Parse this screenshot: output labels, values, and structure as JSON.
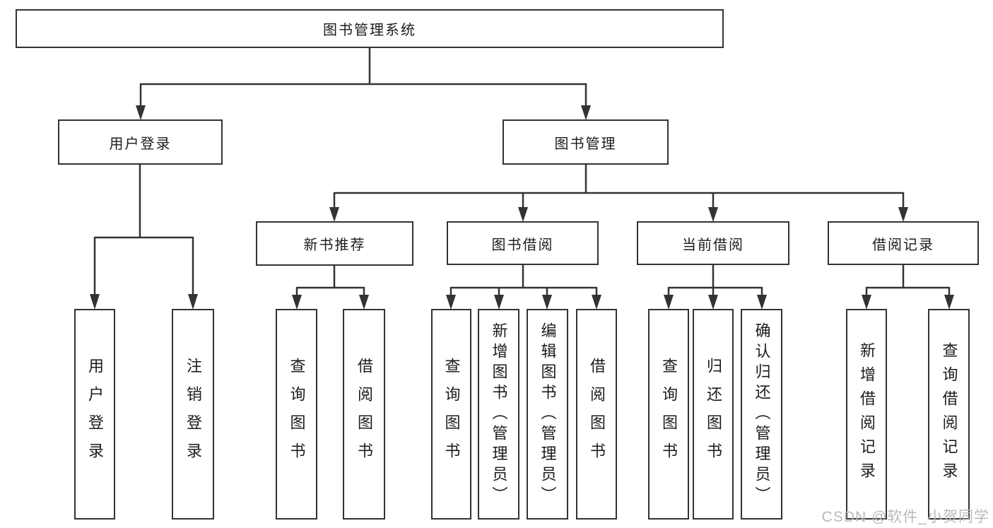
{
  "tree": {
    "root": {
      "label": "图书管理系统",
      "children": [
        {
          "label": "用户登录",
          "children": [
            {
              "label": "用户登录"
            },
            {
              "label": "注销登录"
            }
          ]
        },
        {
          "label": "图书管理",
          "children": [
            {
              "label": "新书推荐",
              "children": [
                {
                  "label": "查询图书"
                },
                {
                  "label": "借阅图书"
                }
              ]
            },
            {
              "label": "图书借阅",
              "children": [
                {
                  "label": "查询图书"
                },
                {
                  "label": "新增图书（管理员）"
                },
                {
                  "label": "编辑图书（管理员）"
                },
                {
                  "label": "借阅图书"
                }
              ]
            },
            {
              "label": "当前借阅",
              "children": [
                {
                  "label": "查询图书"
                },
                {
                  "label": "归还图书"
                },
                {
                  "label": "确认归还（管理员）"
                }
              ]
            },
            {
              "label": "借阅记录",
              "children": [
                {
                  "label": "新增借阅记录"
                },
                {
                  "label": "查询借阅记录"
                }
              ]
            }
          ]
        }
      ]
    }
  },
  "watermark": {
    "text": "CSDN @软件_小贺同学"
  },
  "colors": {
    "background": "#ffffff",
    "box_fill": "#ffffff",
    "box_border": "#333333",
    "line": "#333333",
    "text": "#1c1c1c",
    "watermark": "#b9b9b9"
  }
}
